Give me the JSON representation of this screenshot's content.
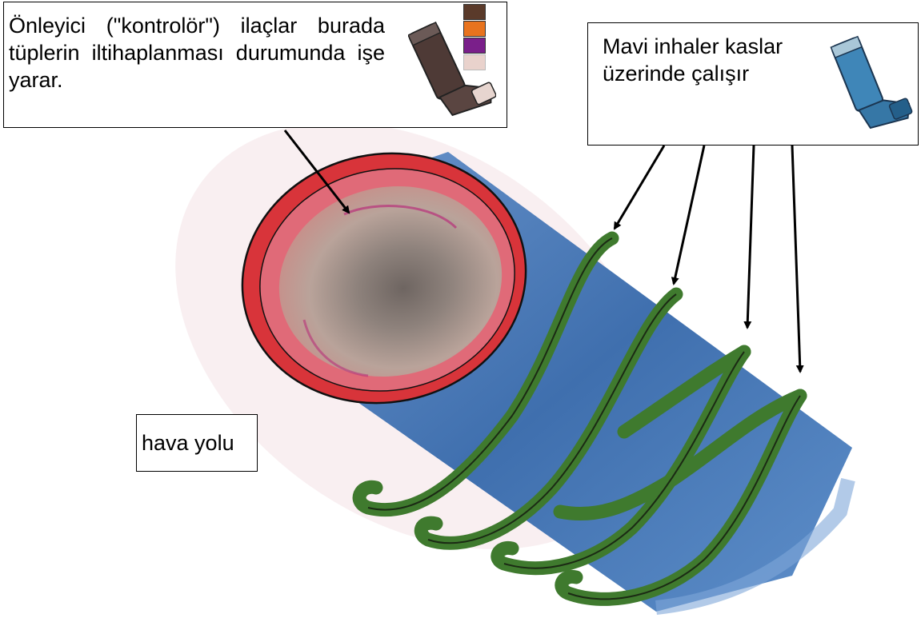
{
  "callouts": {
    "controller_medication": {
      "text": "Önleyici (\"kontrolör\") ilaçlar burada tüplerin iltihaplanması durumunda işe yarar.",
      "inhaler_icon": "brown-inhaler-icon",
      "color_swatches": [
        "#5a3a2a",
        "#e8731e",
        "#7a1f8a",
        "#e9d2cc"
      ]
    },
    "blue_inhaler": {
      "text": "Mavi inhaler kaslar üzerinde çalışır",
      "inhaler_icon": "blue-inhaler-icon"
    },
    "airway_label": {
      "text": "hava yolu"
    }
  },
  "colors": {
    "airway_tube": "#4a7fbf",
    "inflamed_lining": "#d83030",
    "muscle_bands": "#3f7a2e",
    "lumen_center": "#7d7470"
  }
}
